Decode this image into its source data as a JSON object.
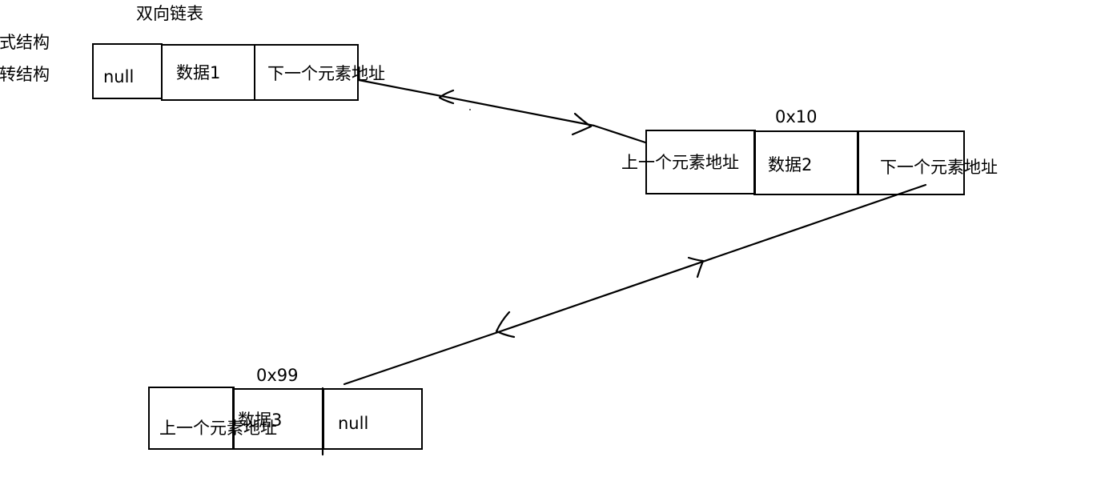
{
  "title": "双向链表",
  "side_labels": [
    "链式结构",
    "跳转结构"
  ],
  "nodes": [
    {
      "address": "",
      "prev": "null",
      "data": "数据1",
      "next": "下一个元素地址"
    },
    {
      "address": "0x10",
      "prev": "上一个元素地址",
      "data": "数据2",
      "next": "下一个元素地址"
    },
    {
      "address": "0x99",
      "prev": "上一个元素地址",
      "data": "数据3",
      "next": "null"
    }
  ],
  "colors": {
    "ink": "#000000",
    "background": "#ffffff"
  }
}
